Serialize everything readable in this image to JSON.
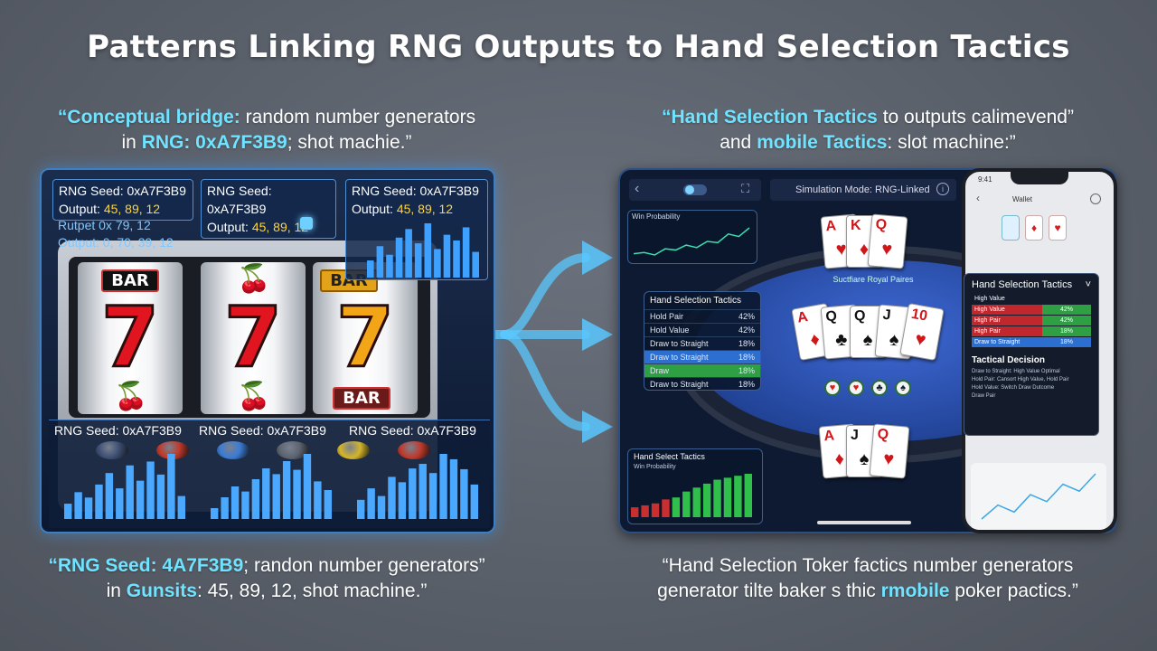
{
  "title": "Patterns Linking RNG Outputs to Hand Selection Tactics",
  "captions": {
    "top_left": {
      "hl": "“Conceptual bridge:",
      "rest1": " random number generators",
      "l2a": "in ",
      "l2hl": "RNG: 0xA7F3B9",
      "l2b": "; shot machie.”"
    },
    "top_right": {
      "hl": "“Hand Selection Tactics",
      "rest1": " to outputs calimevend”",
      "l2a": "and ",
      "l2hl": "mobile Tactics",
      "l2b": ": slot machine:”"
    },
    "bottom_left": {
      "hl": "“RNG Seed: 4A7F3B9",
      "rest1": "; randon number generators”",
      "l2a": "in ",
      "l2hl": "Gunsits",
      "l2b": ": 45, 89, 12, shot machine.”"
    },
    "bottom_right": {
      "l1": "“Hand Selection Toker factics number generators",
      "l2a": "generator tilte baker s thic ",
      "l2hl": "rmobile",
      "l2b": " poker pactics.”"
    }
  },
  "slot": {
    "rng_boxes": [
      {
        "seed_label": "RNG Seed: ",
        "seed": "0xA7F3B9",
        "out_label": "Output: ",
        "out": "45, 89, 12"
      },
      {
        "seed_label": "RNG Seed: ",
        "seed": "0xA7F3B9",
        "out_label": "Output: ",
        "out": "45, 89, 12"
      },
      {
        "seed_label": "RNG Seed: ",
        "seed": "0xA7F3B9",
        "out_label": "Output: ",
        "out": "45, 89, 12"
      }
    ],
    "faint_box": {
      "l1": "Rutpet 0x 79, 12",
      "l2": "Output: 0, 70, 39, 12"
    },
    "bottom_seeds": [
      {
        "label": "RNG Seed: ",
        "seed": "0xA7F3B9"
      },
      {
        "label": "RNG Seed: ",
        "seed": "0xA7F3B9"
      },
      {
        "label": "RNG Seed: ",
        "seed": "0xA7F3B9"
      }
    ],
    "bar_text": "BAR",
    "seven": "7",
    "cherry": "🍒",
    "bars_top": [
      30,
      55,
      40,
      70,
      85,
      60,
      95,
      50,
      75,
      65,
      88,
      45
    ],
    "bars_a": [
      20,
      35,
      28,
      45,
      60,
      40,
      70,
      50,
      75,
      58,
      85,
      30
    ],
    "bars_b": [
      15,
      30,
      45,
      38,
      55,
      70,
      62,
      80,
      68,
      90,
      52,
      40
    ],
    "bars_c": [
      25,
      40,
      30,
      55,
      48,
      66,
      72,
      60,
      85,
      78,
      65,
      45
    ],
    "button_colors": [
      "#3d4f73",
      "#c0392b",
      "#3a7bd5",
      "#5d6470",
      "#d4b52a",
      "#c0392b"
    ]
  },
  "tablet": {
    "sim_label": "Simulation Mode: RNG-Linked",
    "win_chart_title": "Win Probability",
    "win_line": [
      20,
      22,
      18,
      28,
      26,
      34,
      30,
      40,
      38,
      52,
      48,
      62
    ],
    "table_label": "Suctfiare Royal Paires",
    "hand_panel": {
      "title": "Hand Selection Tactics",
      "rows": [
        {
          "name": "Hold Pair",
          "pct": "42%",
          "state": "none"
        },
        {
          "name": "Hold Value",
          "pct": "42%",
          "state": "none"
        },
        {
          "name": "Draw to Straight",
          "pct": "18%",
          "state": "none"
        },
        {
          "name": "Draw to Straight",
          "pct": "18%",
          "state": "blue"
        },
        {
          "name": "Draw",
          "pct": "18%",
          "state": "green"
        },
        {
          "name": "Draw to Straight",
          "pct": "18%",
          "state": "none"
        }
      ]
    },
    "select_panel": {
      "title": "Hand Select Tactics",
      "subtitle": "Win Probability",
      "bars": [
        10,
        12,
        14,
        18,
        20,
        26,
        30,
        34,
        38,
        40,
        42,
        44
      ]
    },
    "cards_top": [
      {
        "rank": "A",
        "suit": "♥"
      },
      {
        "rank": "K",
        "suit": "♦"
      },
      {
        "rank": "Q",
        "suit": "♥"
      }
    ],
    "cards_mid": [
      {
        "rank": "A",
        "suit": "♦",
        "black": false
      },
      {
        "rank": "Q",
        "suit": "♣",
        "black": true
      },
      {
        "rank": "Q",
        "suit": "♠",
        "black": true
      },
      {
        "rank": "J",
        "suit": "♠",
        "black": true
      },
      {
        "rank": "10",
        "suit": "♥",
        "black": false
      }
    ],
    "cards_bot": [
      {
        "rank": "A",
        "suit": "♦",
        "black": false
      },
      {
        "rank": "J",
        "suit": "♠",
        "black": true
      },
      {
        "rank": "Q",
        "suit": "♥",
        "black": false
      }
    ],
    "chips": [
      "♥",
      "♥",
      "♣",
      "♠"
    ]
  },
  "overlay_panel": {
    "title": "Hand Selection Tactics",
    "rows": [
      {
        "name": "High Value",
        "pct": "",
        "hdr": true
      },
      {
        "name": "High Value",
        "pct": "42%",
        "color": "red"
      },
      {
        "name": "High Pair",
        "pct": "42%",
        "color": "red"
      },
      {
        "name": "High Pair",
        "pct": "18%",
        "color": "red"
      },
      {
        "name": "Draw to Straight",
        "pct": "18%",
        "color": "blue"
      }
    ],
    "decision_title": "Tactical Decision",
    "decision_lines": [
      "Draw to Straight: High Value Optimal",
      "Hold Pair: Cansort High Value, Hold Pair",
      "Hold Value: Switch Draw Dutcome",
      "Draw Pair"
    ]
  },
  "phone": {
    "time": "9:41",
    "title": "Wallet",
    "trend": [
      10,
      18,
      14,
      24,
      20,
      30,
      26,
      36
    ]
  }
}
